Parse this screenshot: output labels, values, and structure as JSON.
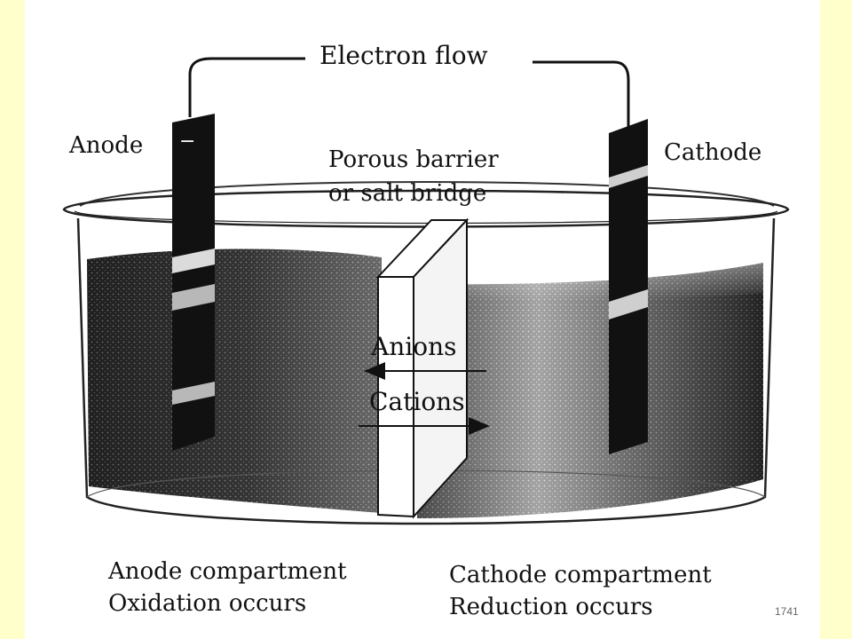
{
  "diagram": {
    "title_label": "Electron flow",
    "anode_label": "Anode",
    "anode_sign": "−",
    "cathode_label": "Cathode",
    "cathode_sign": "+",
    "barrier_line1": "Porous barrier",
    "barrier_line2": "or salt bridge",
    "anions_label": "Anions",
    "cations_label": "Cations",
    "anode_compartment_line1": "Anode compartment",
    "anode_compartment_line2": "Oxidation occurs",
    "cathode_compartment_line1": "Cathode compartment",
    "cathode_compartment_line2": "Reduction occurs"
  },
  "footer": {
    "slide_number": "1741"
  }
}
